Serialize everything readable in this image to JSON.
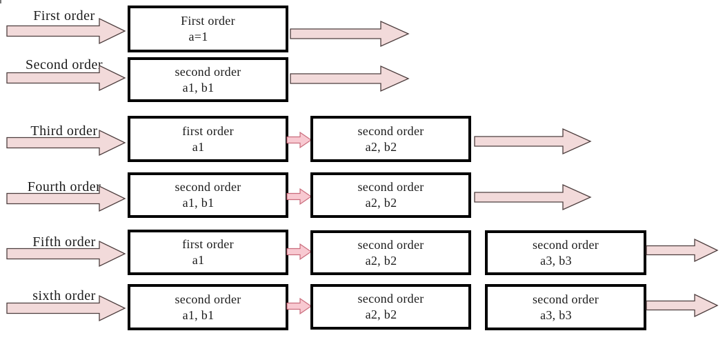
{
  "colors": {
    "arrow_fill": "#f2dada",
    "small_arrow_fill": "#f8c9d1",
    "arrow_outline": "#4c3d3d",
    "small_arrow_outline": "#c96b7b",
    "box_border": "#000000",
    "box_bg": "#ffffff",
    "text": "#1a1a1a"
  },
  "rows": [
    {
      "label": "First order",
      "boxes": [
        {
          "line1": "First order",
          "line2": "a=1"
        }
      ]
    },
    {
      "label": "Second order",
      "boxes": [
        {
          "line1": "second order",
          "line2": "a1, b1"
        }
      ]
    },
    {
      "label": "Third order",
      "boxes": [
        {
          "line1": "first order",
          "line2": "a1"
        },
        {
          "line1": "second order",
          "line2": "a2, b2"
        }
      ]
    },
    {
      "label": "Fourth order",
      "boxes": [
        {
          "line1": "second order",
          "line2": "a1, b1"
        },
        {
          "line1": "second order",
          "line2": "a2, b2"
        }
      ]
    },
    {
      "label": "Fifth order",
      "boxes": [
        {
          "line1": "first order",
          "line2": "a1"
        },
        {
          "line1": "second order",
          "line2": "a2, b2"
        },
        {
          "line1": "second order",
          "line2": "a3, b3"
        }
      ]
    },
    {
      "label": "sixth order",
      "boxes": [
        {
          "line1": "second order",
          "line2": "a1, b1"
        },
        {
          "line1": "second order",
          "line2": "a2, b2"
        },
        {
          "line1": "second order",
          "line2": "a3, b3"
        }
      ]
    }
  ]
}
